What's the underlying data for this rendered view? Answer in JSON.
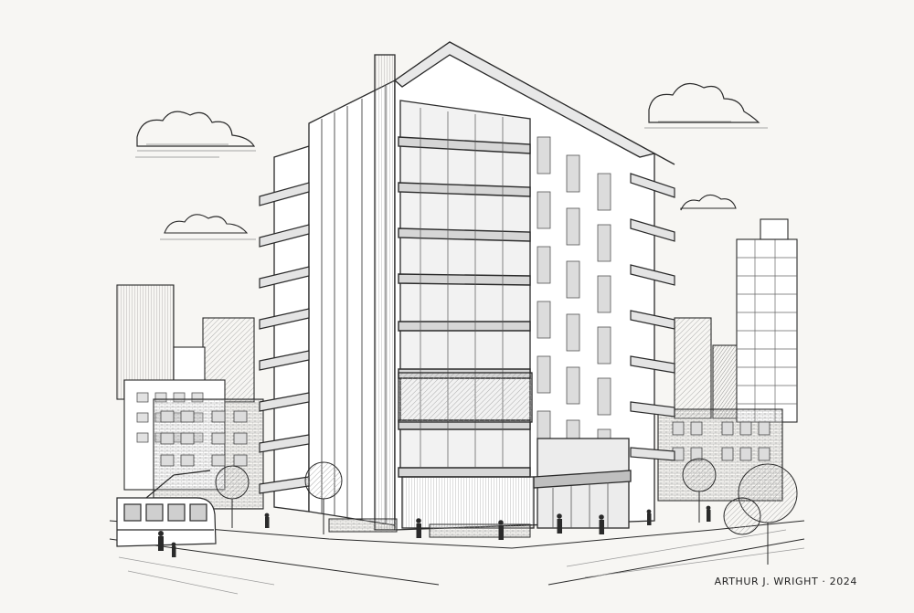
{
  "artwork": {
    "subject": "architectural-sketch",
    "style": "pen-and-ink",
    "signature": "ARTHUR J. WRIGHT · 2024"
  },
  "colors": {
    "paper": "#f7f6f3",
    "ink": "#2a2a2a",
    "hatch": "#8a8a8a",
    "glass": "#d6d6d6"
  }
}
